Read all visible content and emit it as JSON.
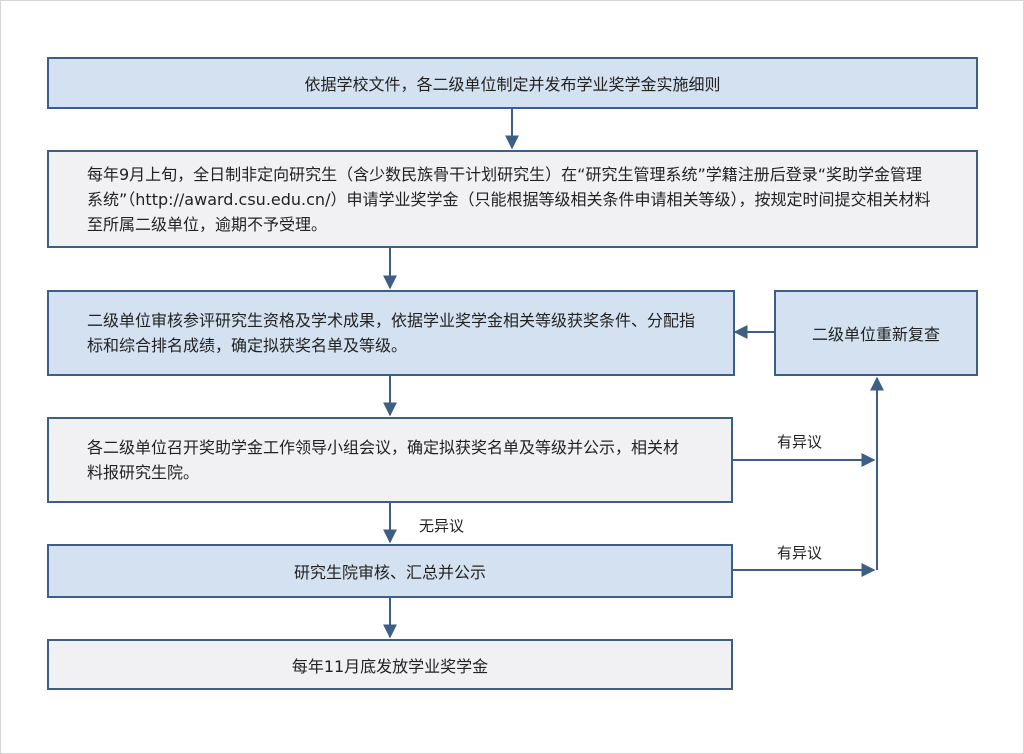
{
  "flow": {
    "step1": "依据学校文件，各二级单位制定并发布学业奖学金实施细则",
    "step2": "每年9月上旬，全日制非定向研究生（含少数民族骨干计划研究生）在“研究生管理系统”学籍注册后登录“奖助学金管理系统”（http://award.csu.edu.cn/）申请学业奖学金（只能根据等级相关条件申请相关等级），按规定时间提交相关材料至所属二级单位，逾期不予受理。",
    "step3": "二级单位审核参评研究生资格及学术成果，依据学业奖学金相关等级获奖条件、分配指标和综合排名成绩，确定拟获奖名单及等级。",
    "step4": "各二级单位召开奖助学金工作领导小组会议，确定拟获奖名单及等级并公示，相关材料报研究生院。",
    "step5": "研究生院审核、汇总并公示",
    "step6": "每年11月底发放学业奖学金",
    "recheck": "二级单位重新复查",
    "label_objection_1": "有异议",
    "label_objection_2": "有异议",
    "label_no_objection": "无异议"
  },
  "colors": {
    "border": "#3d5f86",
    "fill_blue": "#d3e1f1",
    "fill_gray": "#f1f1f3"
  }
}
